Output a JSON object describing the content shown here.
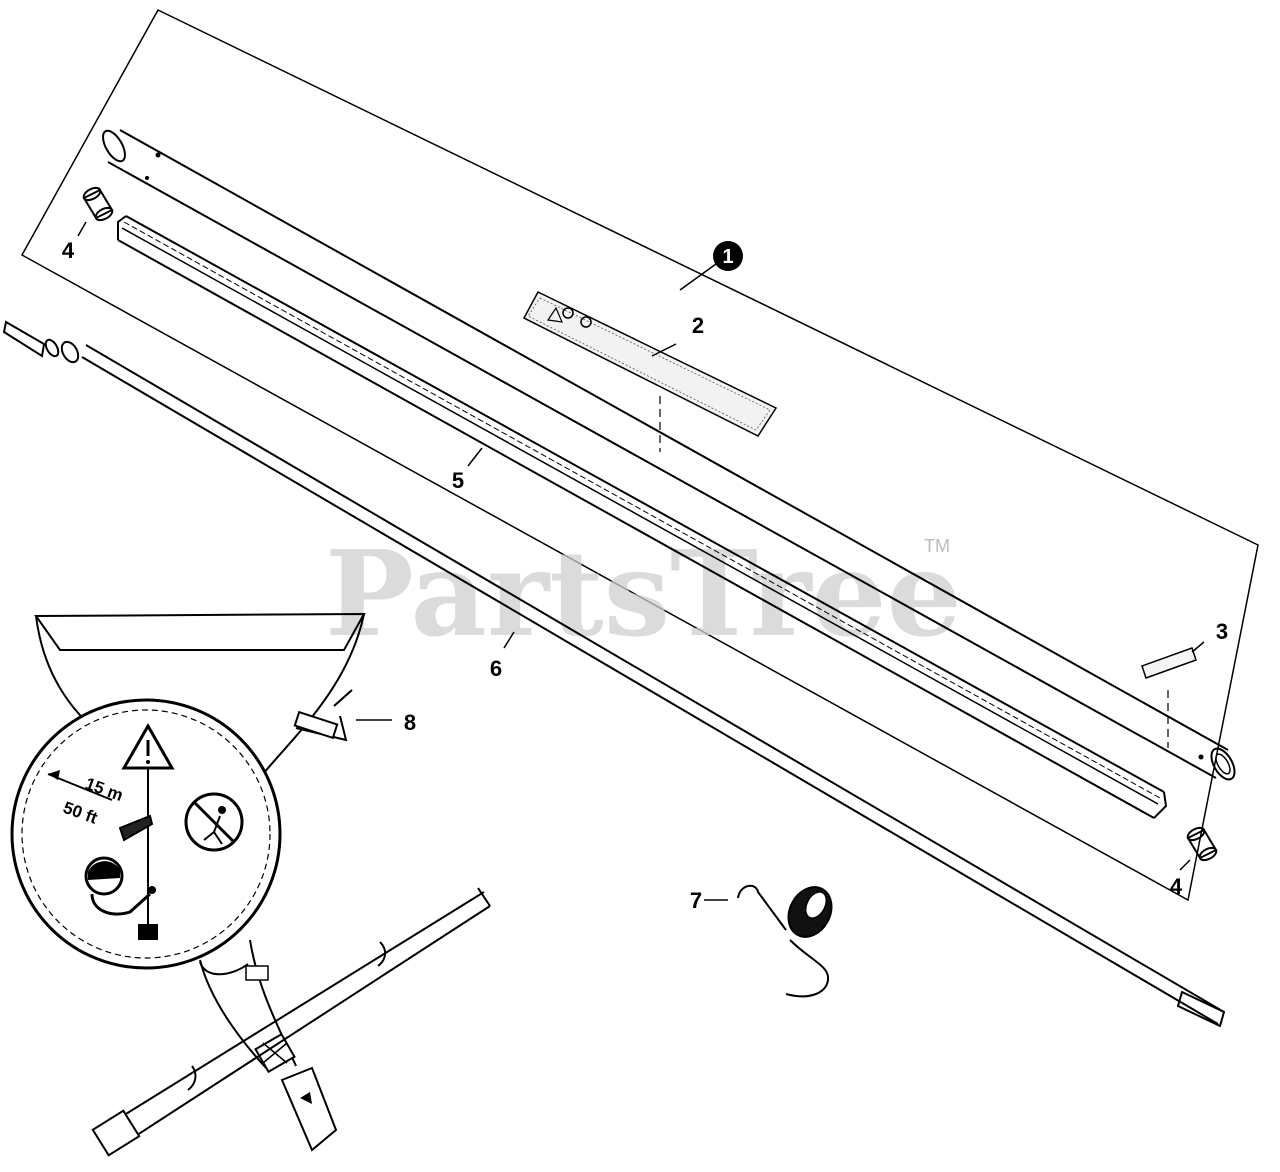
{
  "watermark": {
    "text": "PartsTree",
    "trademark": "TM"
  },
  "callouts": {
    "assembly": "1",
    "decal": "2",
    "plate": "3",
    "bushing_top": "4",
    "bushing_bottom": "4",
    "liner": "5",
    "driveshaft": "6",
    "hanger": "7",
    "harness": "8"
  },
  "harness_label": {
    "distance_m": "15 m",
    "distance_ft": "50 ft"
  },
  "colors": {
    "line": "#000000",
    "watermark": "#cfcfcf",
    "background": "#ffffff"
  }
}
